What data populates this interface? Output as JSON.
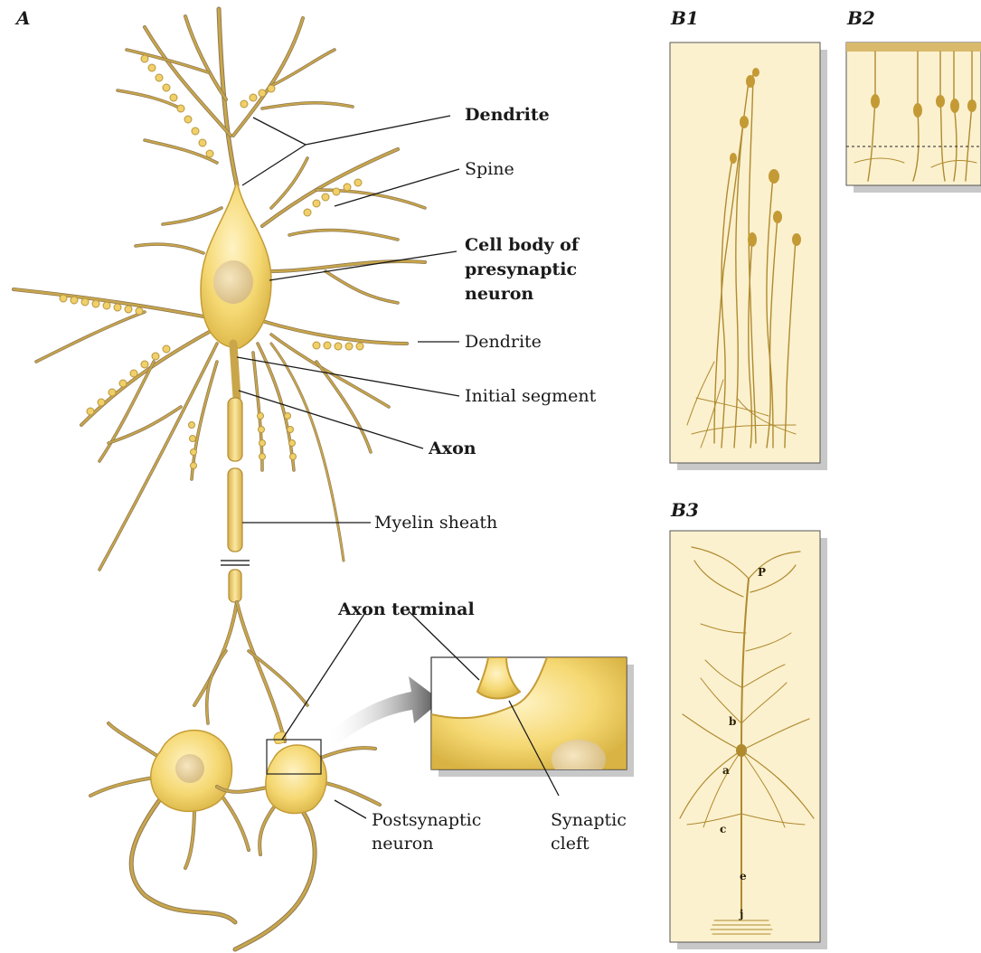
{
  "panels": {
    "a": "A",
    "b1": "B1",
    "b2": "B2",
    "b3": "B3"
  },
  "labels": {
    "dendrite_top": "Dendrite",
    "spine": "Spine",
    "cell_body_line1": "Cell body of",
    "cell_body_line2": "presynaptic",
    "cell_body_line3": "neuron",
    "dendrite_mid": "Dendrite",
    "initial_segment": "Initial segment",
    "axon": "Axon",
    "myelin_sheath": "Myelin sheath",
    "axon_terminal": "Axon terminal",
    "postsynaptic_line1": "Postsynaptic",
    "postsynaptic_line2": "neuron",
    "synaptic_line1": "Synaptic",
    "synaptic_line2": "cleft"
  },
  "b3_markers": {
    "p": "P",
    "b": "b",
    "a": "a",
    "c": "c",
    "e": "e",
    "j": "j"
  },
  "colors": {
    "cell_fill": "#f3d46a",
    "cell_highlight": "#fbeaa8",
    "nucleus": "#e6c98c",
    "panel_bg": "#fbf1cf",
    "panel_shadow": "#c8c8c8",
    "arrow": "#555555"
  }
}
